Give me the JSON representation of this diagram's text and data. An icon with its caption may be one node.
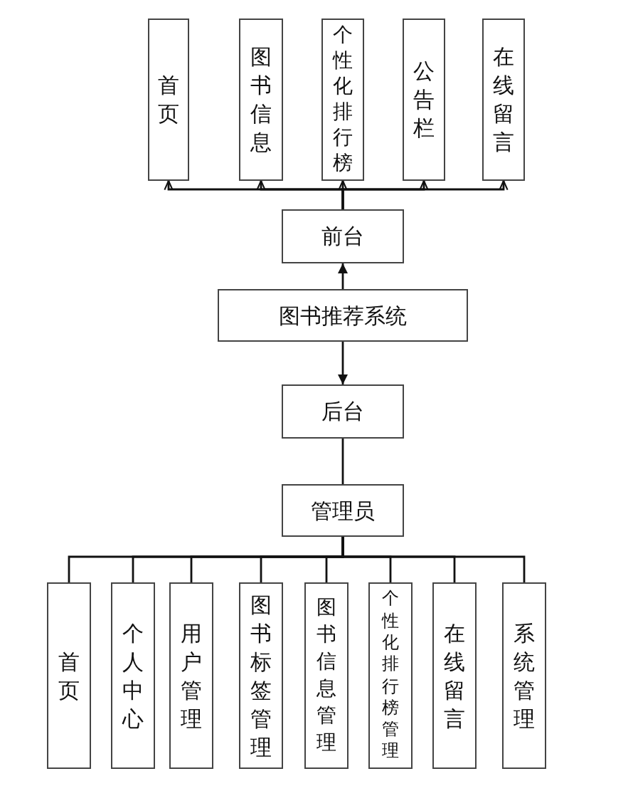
{
  "diagram": {
    "nodes": [
      {
        "text": [
          "首页"
        ]
      },
      {
        "text": [
          "图书信息"
        ]
      },
      {
        "text": [
          "个性化排行榜"
        ]
      },
      {
        "text": [
          "公告栏"
        ]
      },
      {
        "text": [
          "在线留言"
        ]
      },
      {
        "text": [
          "前台"
        ]
      },
      {
        "text": [
          "图书推荐系统"
        ]
      },
      {
        "text": [
          "后台"
        ]
      },
      {
        "text": [
          "管理员"
        ]
      },
      {
        "text": [
          "首页"
        ]
      },
      {
        "text": [
          "个人中心"
        ]
      },
      {
        "text": [
          "用户管理"
        ]
      },
      {
        "text": [
          "图书标签管理"
        ]
      },
      {
        "text": [
          "图书信息管理"
        ]
      },
      {
        "text": [
          "个性化排行榜管理"
        ]
      },
      {
        "text": [
          "在线留言"
        ]
      },
      {
        "text": [
          "系统管理"
        ]
      }
    ],
    "edges": [
      {
        "from": 5,
        "to": 0,
        "arrow": "to"
      },
      {
        "from": 5,
        "to": 1,
        "arrow": "to"
      },
      {
        "from": 5,
        "to": 2,
        "arrow": "to"
      },
      {
        "from": 5,
        "to": 3,
        "arrow": "to"
      },
      {
        "from": 5,
        "to": 4,
        "arrow": "to"
      },
      {
        "from": 6,
        "to": 5,
        "arrow": "to"
      },
      {
        "from": 6,
        "to": 7,
        "arrow": "to"
      },
      {
        "from": 7,
        "to": 8,
        "arrow": "none"
      },
      {
        "from": 8,
        "to": 9,
        "arrow": "none"
      },
      {
        "from": 8,
        "to": 10,
        "arrow": "none"
      },
      {
        "from": 8,
        "to": 11,
        "arrow": "none"
      },
      {
        "from": 8,
        "to": 12,
        "arrow": "none"
      },
      {
        "from": 8,
        "to": 13,
        "arrow": "none"
      },
      {
        "from": 8,
        "to": 14,
        "arrow": "none"
      },
      {
        "from": 8,
        "to": 15,
        "arrow": "none"
      },
      {
        "from": 8,
        "to": 16,
        "arrow": "none"
      }
    ]
  }
}
